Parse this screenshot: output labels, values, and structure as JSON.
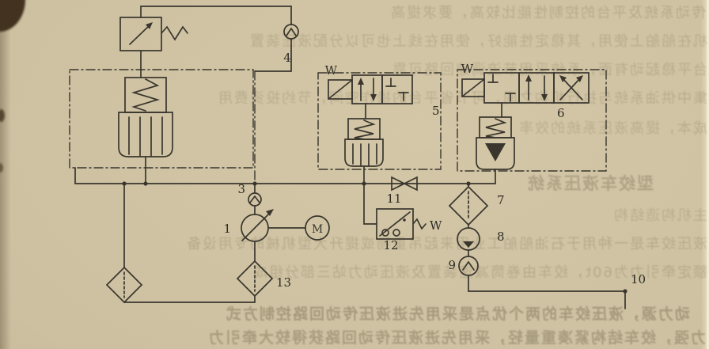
{
  "colors": {
    "paper": "#ccc0a0",
    "ink": "#3a362e",
    "ghost_text": "#7d7256",
    "stain": "#42321f"
  },
  "labels": {
    "n1": "1",
    "n3": "3",
    "n4": "4",
    "n5": "5",
    "n6": "6",
    "n7": "7",
    "n8": "8",
    "n9": "9",
    "n10": "10",
    "n11": "11",
    "n12": "12",
    "n13": "13",
    "motor": "M",
    "w_valve5": "W",
    "w_valve6": "W",
    "w_switch12": "W"
  },
  "ghost_text": {
    "note": "mirrored print bleeding through from reverse side of scanned page",
    "lines": [
      {
        "text": "传动系统及平台的控制性能比较高，要求提高"
      },
      {
        "text": "机在船舶上使用，其稳定性能好，使用在线上也可以分配液压装置"
      },
      {
        "text": "台平稳起动有面，系统采用节流调速回路可靠"
      },
      {
        "text": "集中供油系统与执行机构之间，可节省平台的操作空间，节约投资费用"
      },
      {
        "text": "成本，提高液压系统的效率"
      },
      {
        "text": "型绞车液压系统"
      },
      {
        "text": "主机构造结构"
      },
      {
        "text": "液压绞车是一种用于石油船舶工业用来起吊重物或提升大型机械的专用设备"
      },
      {
        "text": "额定牵引力为60t，绞车由卷筒减速装置及液压动力站三部分组成"
      },
      {
        "text": "动力源，液压绞车的两个优点是采用先进液压传动回路控制方式"
      },
      {
        "text": "力强，绞车结构紧凑重量轻，采用先进液压传动回路获得较大牵引力"
      }
    ]
  }
}
